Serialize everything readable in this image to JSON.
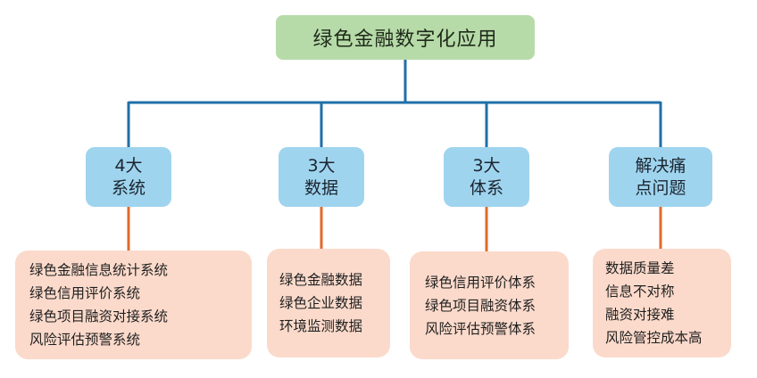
{
  "root": {
    "label": "绿色金融数字化应用"
  },
  "categories": [
    {
      "line1": "4大",
      "line2": "系统",
      "items": [
        "绿色金融信息统计系统",
        "绿色信用评价系统",
        "绿色项目融资对接系统",
        "风险评估预警系统"
      ]
    },
    {
      "line1": "3大",
      "line2": "数据",
      "items": [
        "绿色金融数据",
        "绿色企业数据",
        "环境监测数据"
      ]
    },
    {
      "line1": "3大",
      "line2": "体系",
      "items": [
        "绿色信用评价体系",
        "绿色项目融资体系",
        "风险评估预警体系"
      ]
    },
    {
      "line1": "解决痛",
      "line2": "点问题",
      "items": [
        "数据质量差",
        "信息不对称",
        "融资对接难",
        "风险管控成本高"
      ]
    }
  ],
  "colors": {
    "root_fill": "#b7dba8",
    "category_fill": "#9fd4ee",
    "detail_fill": "#fbdacb",
    "tree_line": "#1f6fa8",
    "detail_line": "#e06a2c"
  }
}
